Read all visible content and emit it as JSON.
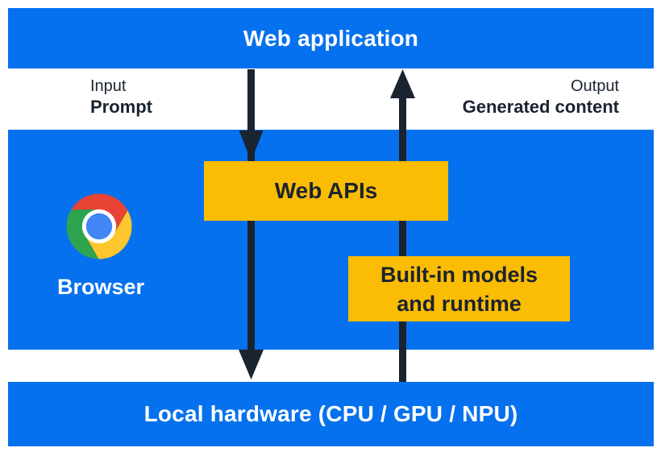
{
  "diagram": {
    "web_application_bar": {
      "label": "Web application"
    },
    "io": {
      "input_caption": "Input",
      "input_label": "Prompt",
      "output_caption": "Output",
      "output_label": "Generated content"
    },
    "browser_section": {
      "browser_label": "Browser",
      "logo": "chrome-logo",
      "web_apis_box": {
        "label": "Web APIs"
      },
      "builtin_models_box": {
        "label": "Built-in models and runtime",
        "line1": "Built-in models",
        "line2": "and runtime"
      }
    },
    "local_hardware_bar": {
      "label": "Local hardware (CPU / GPU / NPU)"
    }
  },
  "theme": {
    "blue": "#0671ee",
    "yellow": "#fbbc04",
    "ink": "#1a2430",
    "white": "#ffffff",
    "chrome_red": "#e94335",
    "chrome_yellow": "#fcc62c",
    "chrome_green": "#2ea44f",
    "chrome_blue": "#4285f4"
  }
}
